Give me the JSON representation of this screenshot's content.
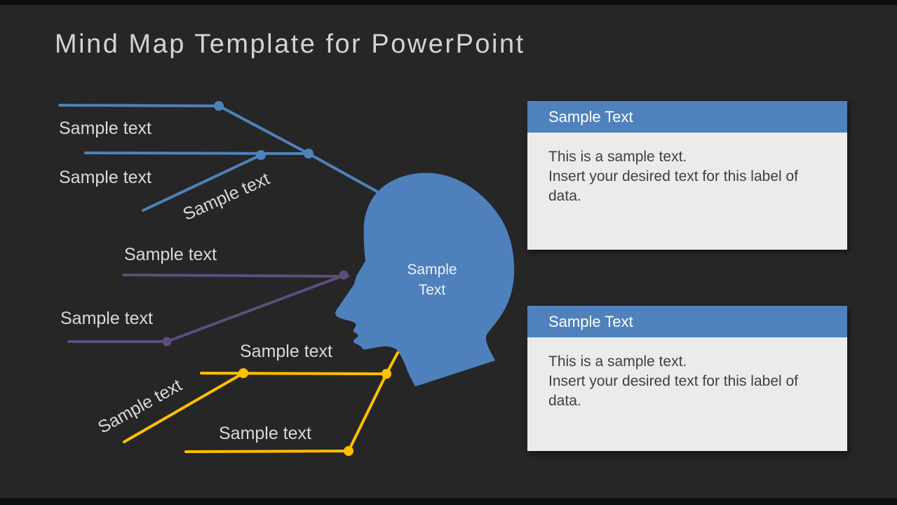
{
  "slide": {
    "title": "Mind Map Template for PowerPoint"
  },
  "palette": {
    "slide_background": "#262626",
    "letterbox": "#0d0d0d",
    "accent_blue": "#4f81bd",
    "head_blue": "#4e80bc",
    "accent_purple": "#5d4d7a",
    "accent_yellow": "#ffc000",
    "label_text": "#d9d9d9",
    "title_text": "#d3d3d3",
    "card_header_bg": "#4f81bd",
    "card_body_bg": "#ebebeb",
    "card_body_text": "#3f3f3f"
  },
  "head": {
    "label": "Sample Text"
  },
  "branches": {
    "blue": {
      "color": "#4f81bd",
      "labels": {
        "top": "Sample text",
        "middle": "Sample text",
        "diagonal": "Sample text"
      }
    },
    "purple": {
      "color": "#5d4d7a",
      "labels": {
        "top": "Sample text",
        "bottom": "Sample text"
      }
    },
    "yellow": {
      "color": "#ffc000",
      "labels": {
        "top": "Sample text",
        "bottom": "Sample text",
        "diagonal": "Sample text"
      }
    }
  },
  "cards": [
    {
      "header": "Sample Text",
      "body_line1": "This is a sample text.",
      "body_line2": "Insert your desired text for this label of data."
    },
    {
      "header": "Sample Text",
      "body_line1": "This is a sample text.",
      "body_line2": "Insert your desired text for this label of data."
    }
  ]
}
